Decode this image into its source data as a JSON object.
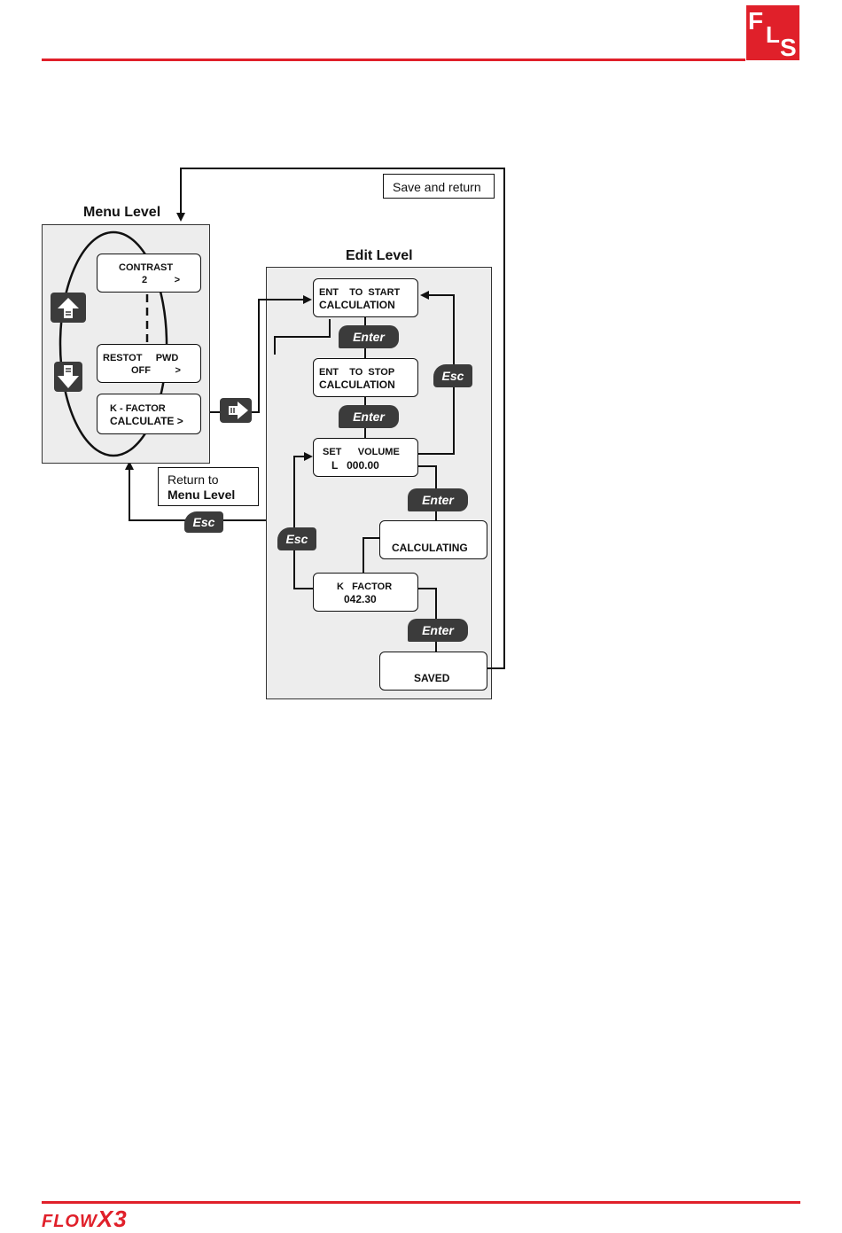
{
  "header": {
    "logo_text": "FLS",
    "accent_color": "#e0202a"
  },
  "footer": {
    "brand_text": "FLOW",
    "brand_suffix": "X3"
  },
  "diagram": {
    "menu_level": {
      "title": "Menu Level",
      "screens": [
        {
          "line1": "CONTRAST",
          "line2": "2          >"
        },
        {
          "line1": "RESTOT     PWD",
          "line2": "OFF         >"
        },
        {
          "line1": "K - FACTOR",
          "line2": "CALCULATE >"
        }
      ],
      "up_icon": "arrow-up-icon",
      "down_icon": "arrow-down-icon",
      "right_icon": "arrow-right-icon"
    },
    "edit_level": {
      "title": "Edit Level",
      "screens": [
        {
          "line1": "ENT    TO  START",
          "line2": "CALCULATION"
        },
        {
          "line1": "ENT    TO  STOP",
          "line2": "CALCULATION"
        },
        {
          "line1": "SET      VOLUME",
          "line2": "L   000.00"
        },
        {
          "line1": "CALCULATING"
        },
        {
          "line1": "K   FACTOR",
          "line2": "042.30"
        },
        {
          "line1": "SAVED"
        }
      ]
    },
    "keys": {
      "enter": "Enter",
      "esc": "Esc"
    },
    "notes": {
      "save_return": "Save and return",
      "return_line1": "Return to",
      "return_line2": "Menu Level"
    }
  }
}
